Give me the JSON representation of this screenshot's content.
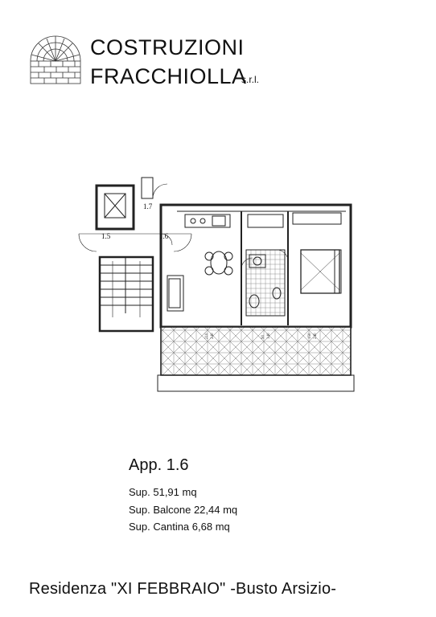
{
  "company": {
    "line1": "COSTRUZIONI",
    "line2": "FRACCHIOLLA",
    "suffix": "s.r.l."
  },
  "plan": {
    "labels": {
      "stair_landing": "1.7",
      "left_unit": "1.5",
      "this_unit": "1.6"
    },
    "door_dims": [
      "210",
      "240",
      "90",
      "140",
      "150",
      "240"
    ]
  },
  "apartment": {
    "title": "App. 1.6",
    "surface": "Sup. 51,91 mq",
    "balcony": "Sup. Balcone 22,44 mq",
    "cellar": "Sup. Cantina 6,68 mq"
  },
  "footer": {
    "title": "Residenza \"XI FEBBRAIO\" -Busto Arsizio-"
  }
}
